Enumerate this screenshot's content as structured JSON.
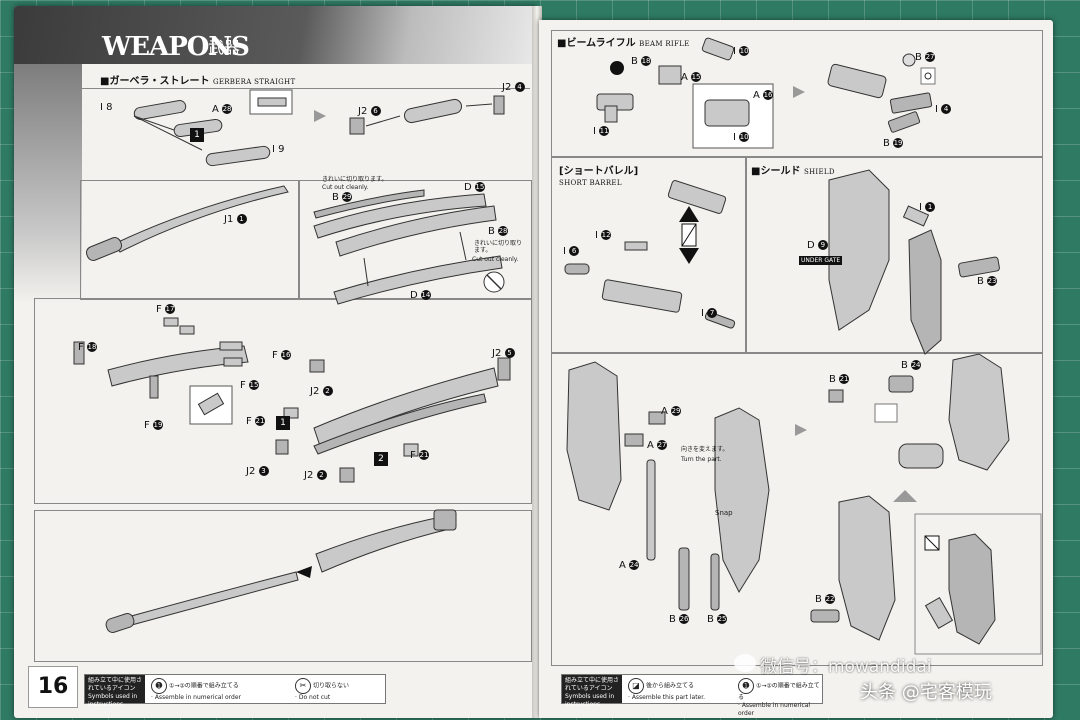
{
  "left_page": {
    "title": "WEAPONS",
    "title_kanji": "武器",
    "section": {
      "jp": "ガーベラ・ストレート",
      "en": "GERBERA STRAIGHT"
    },
    "labels": {
      "i8": "I 8",
      "a28": "A",
      "i9": "I 9",
      "j2_6": "J2",
      "j2_4": "J2",
      "j1": "J1",
      "b29": "B",
      "d15": "D",
      "b28": "B",
      "d14": "D",
      "f17": "F",
      "f18": "F",
      "f16": "F",
      "f19": "F",
      "f15": "F",
      "j2_5": "J2",
      "j2_2a": "J2",
      "f21a": "F",
      "j2_3": "J2",
      "j2_2b": "J2",
      "f21b": "F"
    },
    "circled": {
      "c28": "28",
      "c6": "6",
      "c4": "4",
      "c1": "1",
      "c29": "29",
      "c15": "15",
      "c28b": "28",
      "c14": "14",
      "c17": "17",
      "c18": "18",
      "c16": "16",
      "c19": "19",
      "c15b": "15",
      "c5": "5",
      "c2a": "2",
      "c21a": "21",
      "c3": "3",
      "c2b": "2",
      "c21b": "21",
      "c1b": "1",
      "c2c": "2"
    },
    "notes": {
      "cut1_jp": "きれいに切り取ります。",
      "cut1_en": "Cut out cleanly.",
      "cut2_jp": "きれいに切り取ります。",
      "cut2_en": "Cut out cleanly."
    },
    "page_number": "16",
    "legend": {
      "title_jp": "組み立て中に使用されているアイコン",
      "title_en": "Symbols used in instructions",
      "item1_jp": "①→②の順番で組み立てる",
      "item1_en": "Assemble in numerical order",
      "item2_jp": "切り取らない",
      "item2_en": "Do not cut"
    }
  },
  "right_page": {
    "beam_rifle": {
      "jp": "ビームライフル",
      "en": "BEAM RIFLE"
    },
    "short_barrel": {
      "jp": "[ショートバレル]",
      "en": "SHORT BARREL"
    },
    "shield": {
      "jp": "シールド",
      "en": "SHIELD"
    },
    "labels": {
      "i10": "I",
      "b18": "B",
      "a15": "A",
      "i11": "I",
      "a16": "A",
      "i10b": "I",
      "b27": "B",
      "i4": "I",
      "b19": "B",
      "i12": "I",
      "i6": "I",
      "i7": "I",
      "i1": "I",
      "d9": "D",
      "b23": "B",
      "a29": "A",
      "a27": "A",
      "a24": "A",
      "b21": "B",
      "b24": "B",
      "b26": "B",
      "b25": "B",
      "b22": "B"
    },
    "circled": {
      "c10": "10",
      "c18": "18",
      "c15": "15",
      "c11": "11",
      "c16": "16",
      "c10b": "10",
      "c27": "27",
      "c4": "4",
      "c19": "19",
      "c12": "12",
      "c6": "6",
      "c7": "7",
      "c1": "1",
      "c9": "9",
      "c23": "23",
      "c29": "29",
      "c27b": "27",
      "c24": "24",
      "c21": "21",
      "c24b": "24",
      "c26": "26",
      "c25": "25",
      "c22": "22"
    },
    "notes": {
      "under_gate": "UNDER GATE",
      "turn_jp": "向きを変えます。",
      "turn_en": "Turn the part.",
      "snap": "Snap"
    },
    "legend": {
      "title_jp": "組み立て中に使用されているアイコン",
      "title_en": "Symbols used in instructions",
      "item1_jp": "後から組み立てる",
      "item1_en": "Assemble this part later.",
      "item2_jp": "①→②の順番で組み立てる",
      "item2_en": "Assemble in numerical order"
    }
  },
  "watermark": {
    "line1": "微信号：mowandidai",
    "line2": "头条 @宅客模玩"
  }
}
